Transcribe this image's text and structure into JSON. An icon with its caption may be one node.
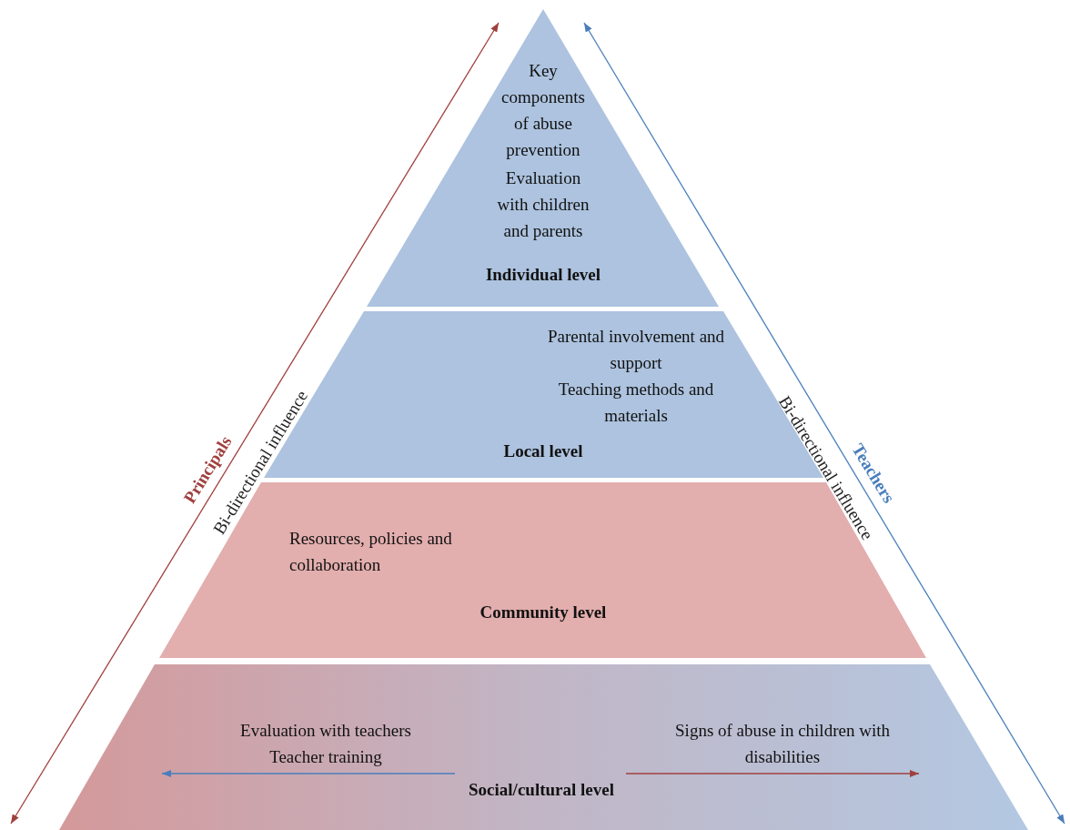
{
  "diagram": {
    "nodes": [
      {
        "text": [
          "Key components of abuse prevention",
          "Evaluation with children and parents",
          "Individual level"
        ]
      },
      {
        "text": [
          "Parental involvement and support",
          "Teaching methods and materials",
          "Local level"
        ]
      },
      {
        "text": [
          "Resources, policies and collaboration",
          "Community level"
        ]
      },
      {
        "text": [
          "Social/cultural level"
        ]
      },
      {
        "text": [
          "Evaluation with teachers Teacher training"
        ],
        "in": 3
      },
      {
        "text": [
          "Signs of abuse in children with disabilities"
        ],
        "in": 3
      }
    ],
    "labels": [
      "Principals",
      "Bi-directional influence",
      "Bi-directional influence",
      "Teachers"
    ]
  }
}
